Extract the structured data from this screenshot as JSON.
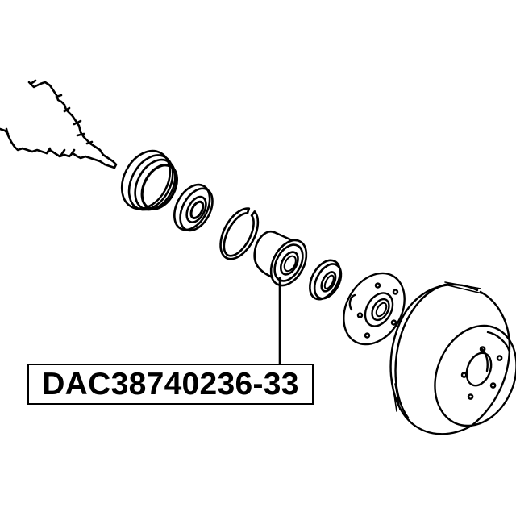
{
  "diagram": {
    "type": "exploded-view",
    "subject": "front wheel hub bearing assembly",
    "line_color": "#000000",
    "background": "#ffffff",
    "components": [
      {
        "id": "drive-shaft-boot",
        "name": "drive shaft (CV joint boot)"
      },
      {
        "id": "dust-seal",
        "name": "dust seal"
      },
      {
        "id": "inner-oil-seal",
        "name": "inner oil seal"
      },
      {
        "id": "snap-ring",
        "name": "snap ring"
      },
      {
        "id": "wheel-bearing",
        "name": "wheel bearing",
        "highlighted": true
      },
      {
        "id": "outer-oil-seal",
        "name": "outer oil seal"
      },
      {
        "id": "wheel-hub",
        "name": "wheel hub"
      },
      {
        "id": "brake-disc",
        "name": "brake disc"
      }
    ],
    "callout": {
      "part_number": "DAC38740236-33",
      "points_to": "wheel-bearing"
    }
  }
}
